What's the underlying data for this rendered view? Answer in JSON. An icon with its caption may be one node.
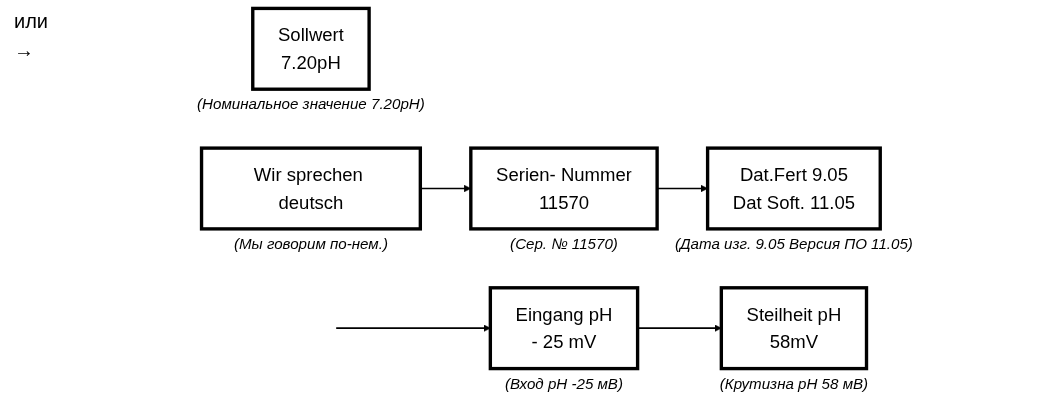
{
  "diagram": {
    "nodes": [
      {
        "text": [
          "Sollwert",
          "7.20pH"
        ],
        "beside": [
          "(Номинальное значение 7.20pH)"
        ]
      },
      {
        "text": [
          "Eingang pH",
          "- 25 mV"
        ],
        "beside": [
          "(Вход pH -25 мВ)"
        ]
      },
      {
        "text": [
          "Steilheit pH",
          "58mV"
        ],
        "beside": [
          "(Крутизна pH 58 мВ)"
        ]
      },
      {
        "text": [
          "Wir sprechen deutsch"
        ],
        "beside": [
          "(Мы говорим по-нем.)"
        ]
      },
      {
        "text": [
          "Serien- Nummer",
          "11570"
        ],
        "beside": [
          "(Сер. № 11570)"
        ]
      },
      {
        "text": [
          "Dat.Fert 9.05",
          "Dat Soft. 11.05"
        ],
        "beside": [
          "(Дата изг. 9.05 Версия ПО 11.05)"
        ]
      }
    ],
    "edges": [
      {
        "from": null,
        "to": 1,
        "arrow": "to"
      },
      {
        "from": 1,
        "to": 2,
        "arrow": "to"
      },
      {
        "from": 3,
        "to": 4,
        "arrow": "to"
      },
      {
        "from": 4,
        "to": 5,
        "arrow": "to"
      }
    ],
    "labels": [
      "или",
      "→"
    ]
  }
}
